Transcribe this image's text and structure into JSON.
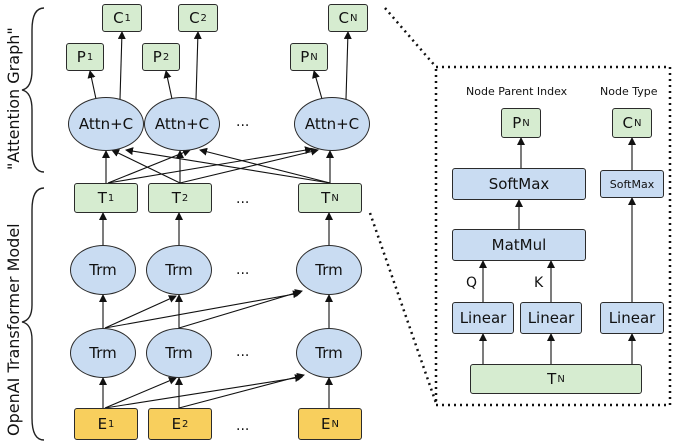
{
  "side_labels": {
    "attention_graph": "\"Attention Graph\"",
    "transformer": "OpenAI Transformer Model"
  },
  "nodes": {
    "c": [
      {
        "m": "C",
        "s": "1"
      },
      {
        "m": "C",
        "s": "2"
      },
      {
        "m": "C",
        "s": "N"
      }
    ],
    "p": [
      {
        "m": "P",
        "s": "1"
      },
      {
        "m": "P",
        "s": "2"
      },
      {
        "m": "P",
        "s": "N"
      }
    ],
    "attn": "Attn+C",
    "t": [
      {
        "m": "T",
        "s": "1"
      },
      {
        "m": "T",
        "s": "2"
      },
      {
        "m": "T",
        "s": "N"
      }
    ],
    "trm": "Trm",
    "e": [
      {
        "m": "E",
        "s": "1"
      },
      {
        "m": "E",
        "s": "2"
      },
      {
        "m": "E",
        "s": "N"
      }
    ],
    "ellipsis": "..."
  },
  "detail": {
    "header_parent": "Node Parent Index",
    "header_type": "Node Type",
    "pn": {
      "m": "P",
      "s": "N"
    },
    "cn": {
      "m": "C",
      "s": "N"
    },
    "softmax": "SoftMax",
    "softmax_small": "SoftMax",
    "matmul": "MatMul",
    "q": "Q",
    "k": "K",
    "linear": "Linear",
    "tn": {
      "m": "T",
      "s": "N"
    }
  },
  "colors": {
    "green": "#d6ecd0",
    "blue": "#c9dcf2",
    "yellow": "#f8cf5d",
    "stroke": "#2b2b2b"
  }
}
